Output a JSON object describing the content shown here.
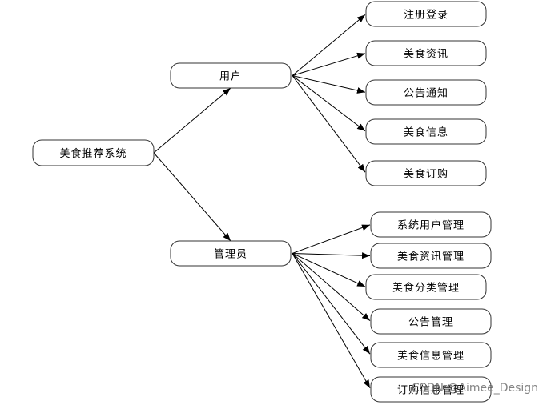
{
  "root": {
    "label": "美食推荐系统"
  },
  "branches": [
    {
      "label": "用户",
      "children": [
        "注册登录",
        "美食资讯",
        "公告通知",
        "美食信息",
        "美食订购"
      ]
    },
    {
      "label": "管理员",
      "children": [
        "系统用户管理",
        "美食资讯管理",
        "美食分类管理",
        "公告管理",
        "美食信息管理",
        "订购信息管理"
      ]
    }
  ],
  "watermark": "CSDN @Aimee_Design",
  "colors": {
    "stroke": "#333333",
    "arrow": "#000000",
    "fill": "#ffffff"
  }
}
